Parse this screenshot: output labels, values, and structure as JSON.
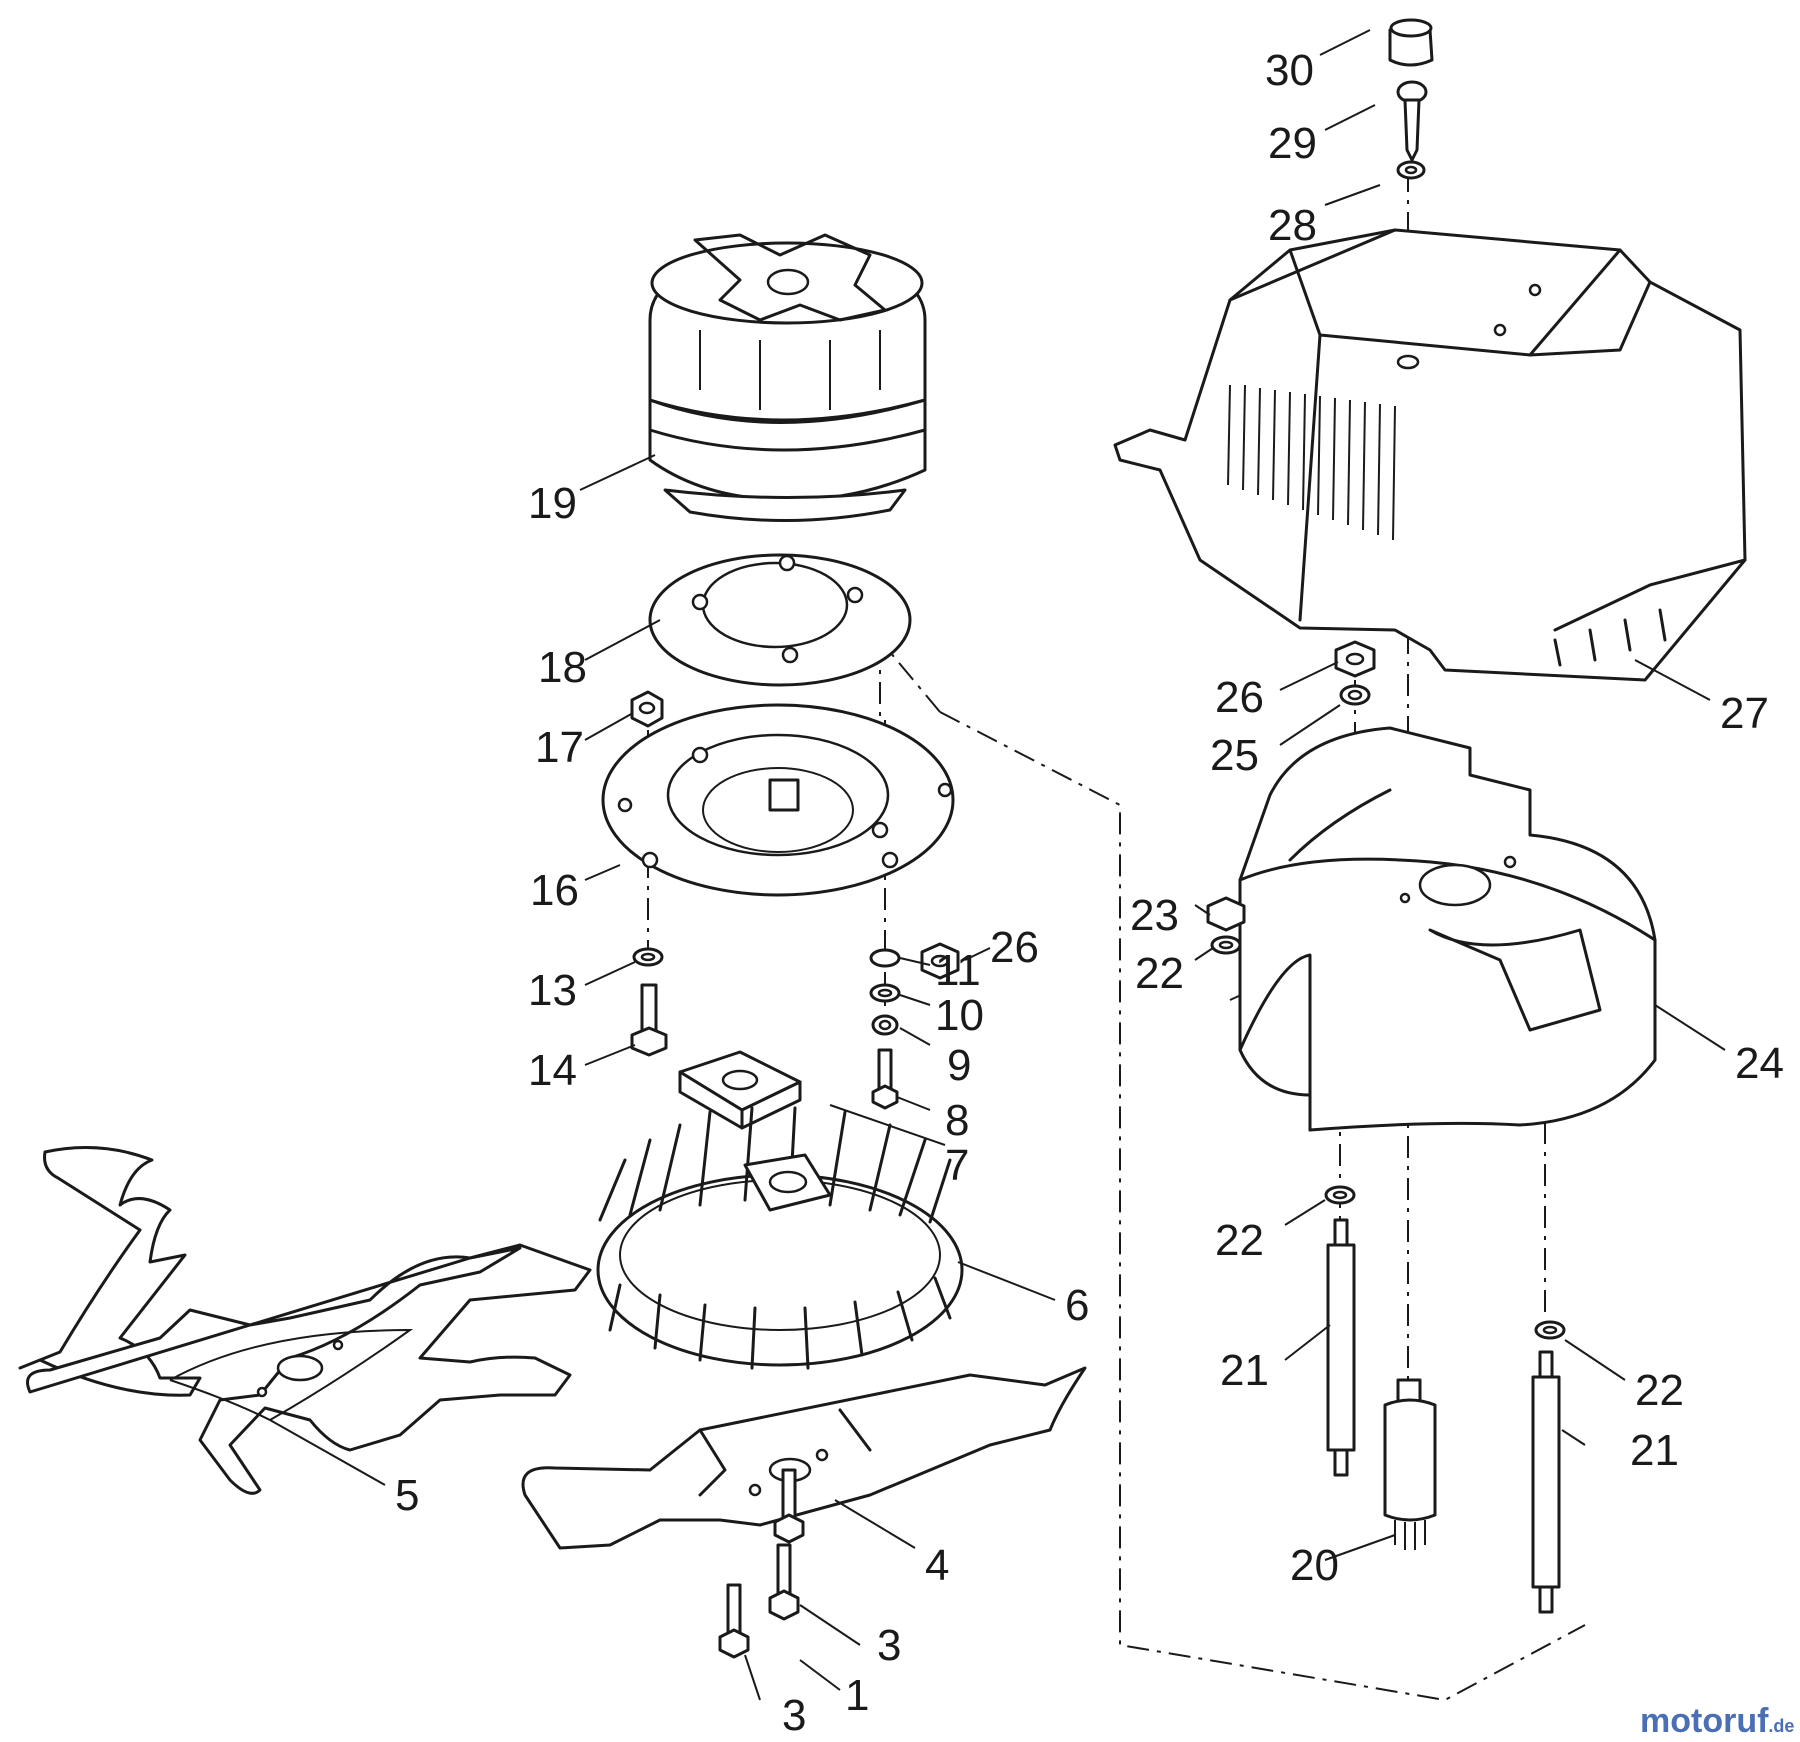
{
  "callouts": {
    "c1": "1",
    "c3a": "3",
    "c3b": "3",
    "c4": "4",
    "c5": "5",
    "c6": "6",
    "c7": "7",
    "c8": "8",
    "c9": "9",
    "c10": "10",
    "c11": "11",
    "c13": "13",
    "c14": "14",
    "c16": "16",
    "c17": "17",
    "c18": "18",
    "c19": "19",
    "c20": "20",
    "c21a": "21",
    "c21b": "21",
    "c22a": "22",
    "c22b": "22",
    "c22c": "22",
    "c23": "23",
    "c24": "24",
    "c25": "25",
    "c26a": "26",
    "c26b": "26",
    "c27": "27",
    "c28": "28",
    "c29": "29",
    "c30": "30"
  },
  "watermark": {
    "brand": "motoruf",
    "suffix": ".de",
    "color_brand": "#4a6fb5",
    "color_accent": "#e07a1f"
  }
}
